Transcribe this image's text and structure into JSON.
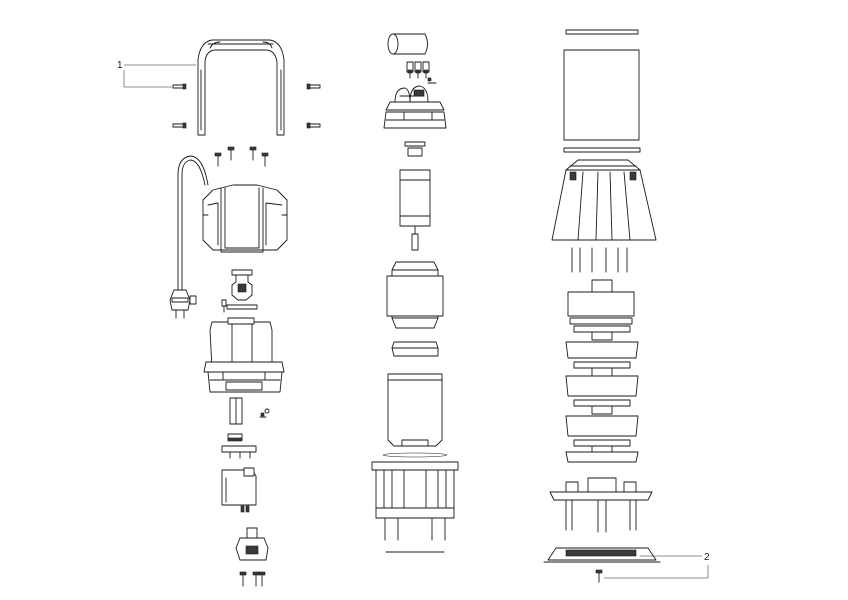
{
  "callouts": [
    {
      "id": "callout-1",
      "text": "1"
    },
    {
      "id": "callout-2",
      "text": "2"
    }
  ],
  "colors": {
    "line": "#1a1a1a",
    "background": "#ffffff"
  }
}
